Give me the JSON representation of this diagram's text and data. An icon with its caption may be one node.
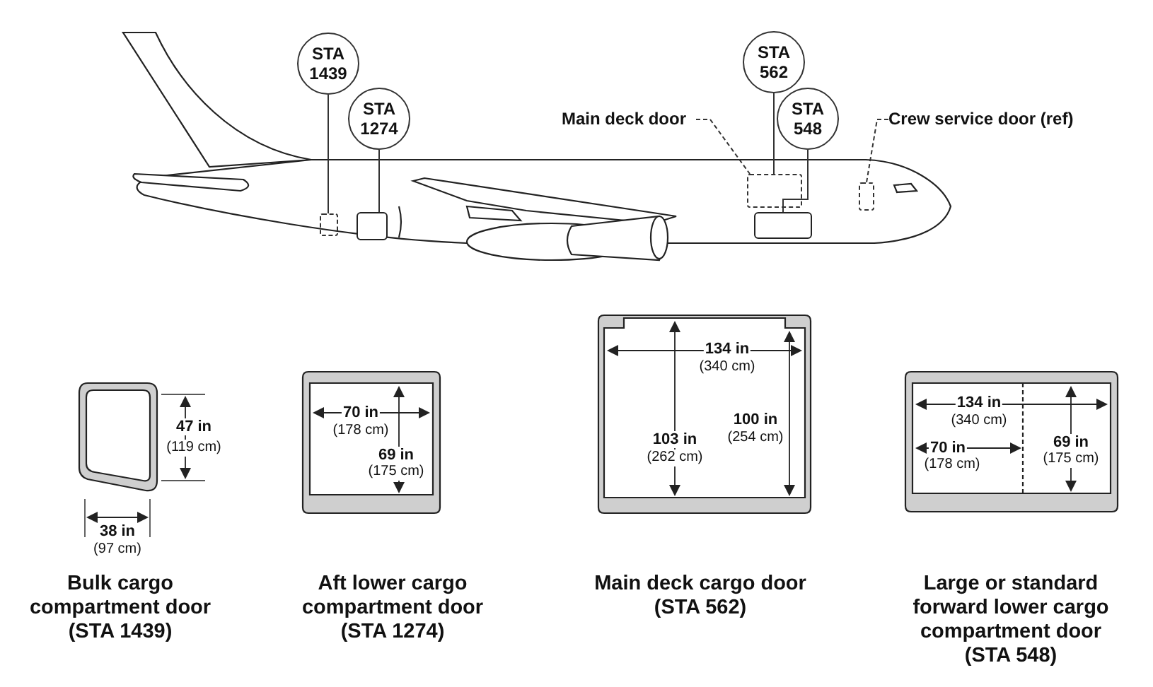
{
  "diagram": {
    "nodes": [
      {
        "text": [
          "STA 1439"
        ]
      },
      {
        "text": [
          "STA 1274"
        ]
      },
      {
        "text": [
          "STA 562"
        ]
      },
      {
        "text": [
          "STA 548"
        ]
      },
      {
        "text": [
          "Main deck door"
        ]
      },
      {
        "text": [
          "Crew service door (ref)"
        ]
      },
      {
        "text": [],
        "shape": "box"
      },
      {
        "text": [],
        "shape": "box"
      },
      {
        "text": [],
        "shape": "box"
      },
      {
        "text": [],
        "shape": "box"
      },
      {
        "text": [],
        "shape": "box"
      },
      {
        "text": [
          "Bulk cargo compartment door (STA 1439)"
        ]
      },
      {
        "text": [
          "Aft lower cargo compartment door (STA 1274)"
        ]
      },
      {
        "text": [
          "Main deck cargo door (STA 562)"
        ]
      },
      {
        "text": [
          "Large or standard forward lower cargo compartment door (STA 548)"
        ]
      }
    ],
    "edges": [
      {
        "from": 0,
        "to": 6,
        "arrow": "none"
      },
      {
        "from": 1,
        "to": 7,
        "arrow": "none"
      },
      {
        "from": 2,
        "to": 8,
        "arrow": "none"
      },
      {
        "from": 3,
        "to": 9,
        "arrow": "none"
      },
      {
        "from": 4,
        "to": 8,
        "arrow": "none",
        "style": "dashed"
      },
      {
        "from": 5,
        "to": 10,
        "arrow": "none",
        "style": "dashed"
      }
    ],
    "labels": [
      "47 in",
      "(119 cm)",
      "38 in",
      "(97 cm)",
      "70 in",
      "(178 cm)",
      "69 in",
      "(175 cm)",
      "134 in",
      "(340 cm)",
      "103 in",
      "(262 cm)",
      "100 in",
      "(254 cm)",
      "134 in",
      "(340 cm)",
      "70 in",
      "(178 cm)",
      "69 in",
      "(175 cm)"
    ]
  }
}
